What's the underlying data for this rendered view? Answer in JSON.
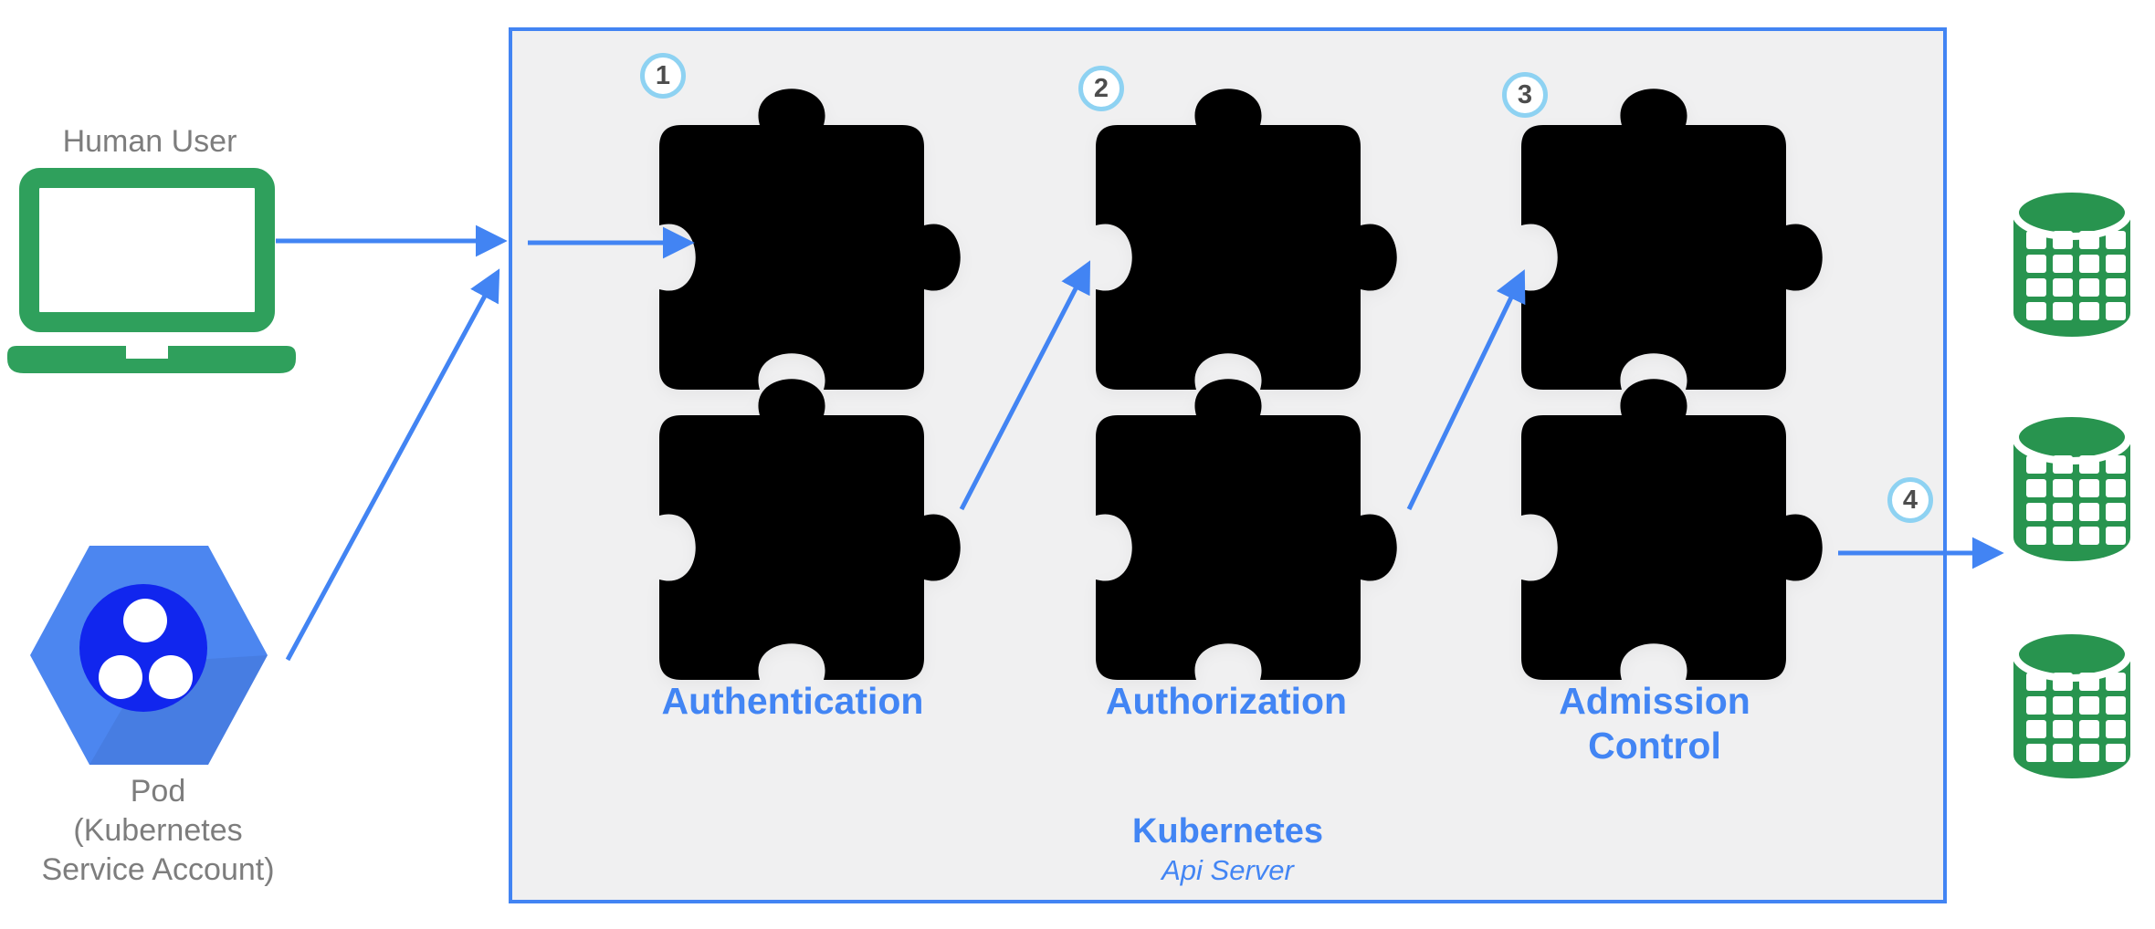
{
  "diagram": {
    "actors": {
      "human_user": {
        "label": "Human User",
        "icon": "laptop-icon"
      },
      "pod": {
        "label_lines": [
          "Pod",
          "(Kubernetes",
          "Service Account)"
        ],
        "icon": "pod-hexagon-icon"
      }
    },
    "api_server": {
      "title": "Kubernetes",
      "subtitle": "Api Server",
      "stages": [
        {
          "step": "1",
          "label": "Authentication"
        },
        {
          "step": "2",
          "label": "Authorization"
        },
        {
          "step": "3",
          "label": "Admission Control"
        }
      ],
      "output_step": "4"
    },
    "storage": {
      "icon": "database-icon",
      "count": 3
    },
    "flow_arrows": [
      "human-user-to-api-server",
      "into-authentication",
      "pod-to-api-server",
      "authentication-to-authorization",
      "authorization-to-admission-control",
      "api-server-to-storage"
    ],
    "colors": {
      "accent_blue": "#4284f3",
      "label_blue": "#4285f4",
      "badge_ring_light_blue": "#8ed2f2",
      "box_fill": "#f0f0f1",
      "puzzle_fill": "#fcfcfc",
      "laptop_green": "#2fa05c",
      "database_green": "#28944f",
      "pod_hex_blue": "#4c86f0",
      "pod_core_blue": "#1126ee",
      "gray_text": "#7d7d7d"
    }
  }
}
